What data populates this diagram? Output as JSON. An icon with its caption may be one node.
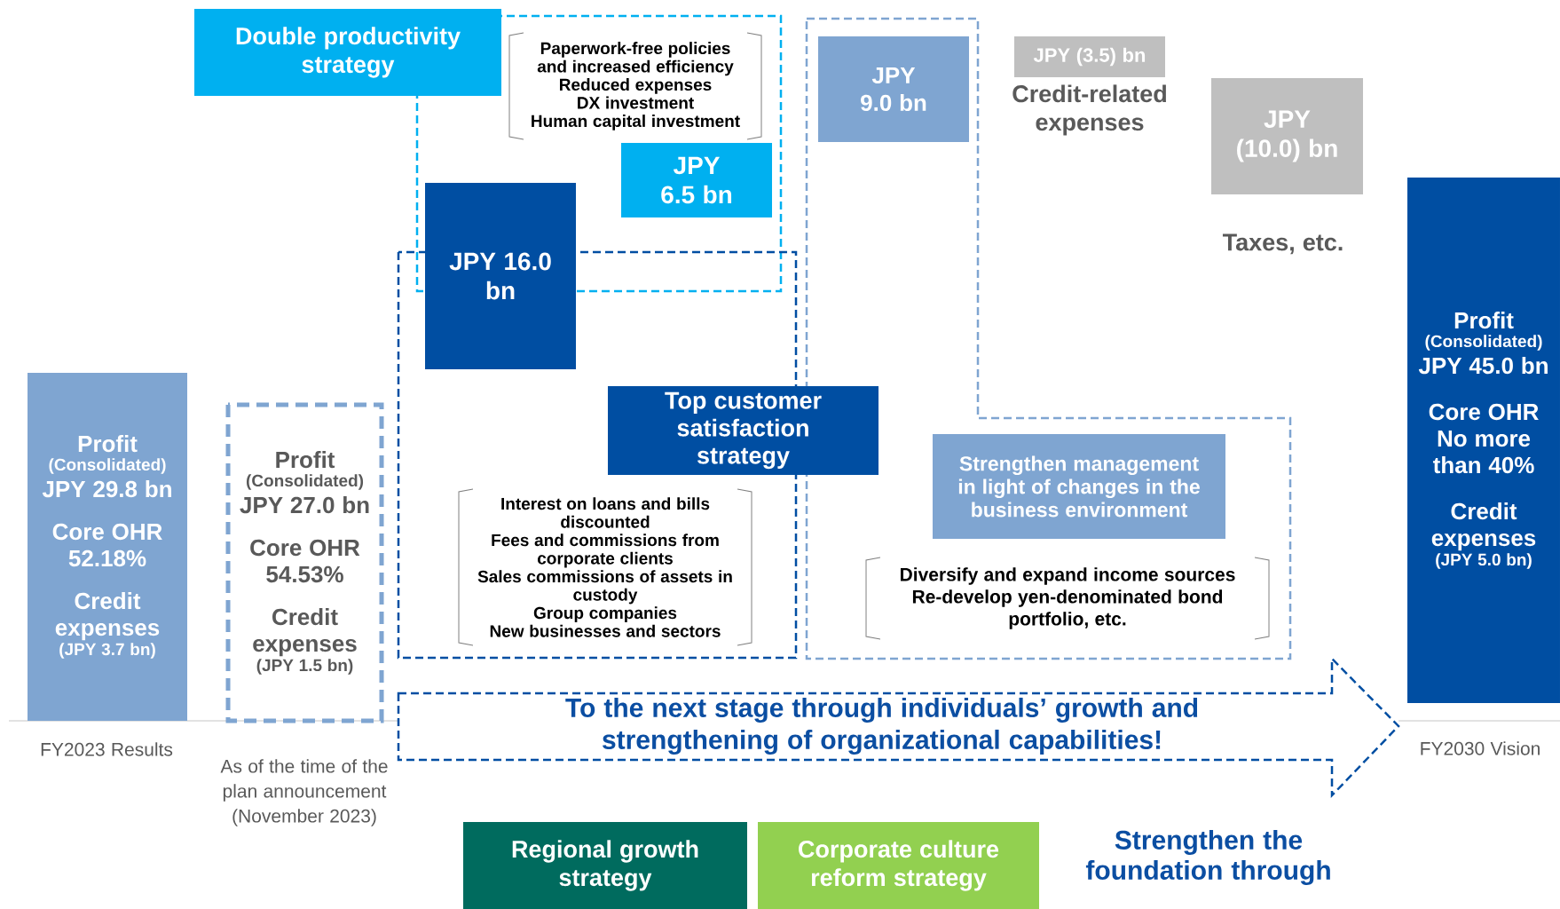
{
  "diagram": {
    "nodes": [
      {
        "text": [
          "Profit",
          "(Consolidated)",
          "JPY 29.8 bn",
          "Core OHR 52.18%",
          "Credit expenses",
          "(JPY 3.7 bn)"
        ]
      },
      {
        "text": [
          "Profit",
          "(Consolidated)",
          "JPY 27.0 bn",
          "Core OHR 54.53%",
          "Credit expenses",
          "(JPY 1.5 bn)"
        ]
      },
      {
        "text": [
          "Double productivity strategy"
        ]
      },
      {
        "text": [
          "Paperwork-free policies and increased efficiency",
          "Reduced expenses",
          "DX investment",
          "Human capital investment"
        ]
      },
      {
        "text": [
          "JPY 6.5 bn"
        ]
      },
      {
        "text": [
          "JPY 16.0 bn"
        ]
      },
      {
        "text": [
          "Top customer satisfaction strategy"
        ]
      },
      {
        "text": [
          "Interest on loans and bills discounted",
          "Fees and commissions from corporate clients",
          "Sales commissions of assets in custody",
          "Group companies",
          "New businesses and sectors"
        ]
      },
      {
        "text": [
          "JPY 9.0 bn"
        ]
      },
      {
        "text": [
          "Strengthen management in light of changes in the business environment"
        ]
      },
      {
        "text": [
          "Diversify and expand income sources",
          "Re-develop yen-denominated bond portfolio, etc."
        ]
      },
      {
        "text": [
          "JPY (3.5) bn"
        ],
        "beside": [
          "Credit-related expenses"
        ]
      },
      {
        "text": [
          "JPY (10.0) bn"
        ],
        "beside": [
          "Taxes, etc."
        ]
      },
      {
        "text": [
          "Profit",
          "(Consolidated)",
          "JPY 45.0 bn",
          "Core OHR No more than 40%",
          "Credit expenses",
          "(JPY 5.0 bn)"
        ]
      },
      {
        "text": [
          "To the next stage through individuals’ growth and strengthening of organizational capabilities!"
        ]
      },
      {
        "text": [
          "Regional growth strategy"
        ]
      },
      {
        "text": [
          "Corporate culture reform strategy"
        ]
      }
    ],
    "labels": [
      "FY2023 Results",
      "As of the time of the plan announcement (November 2023)",
      "FY2030 Vision",
      "Strengthen the foundation through"
    ]
  }
}
